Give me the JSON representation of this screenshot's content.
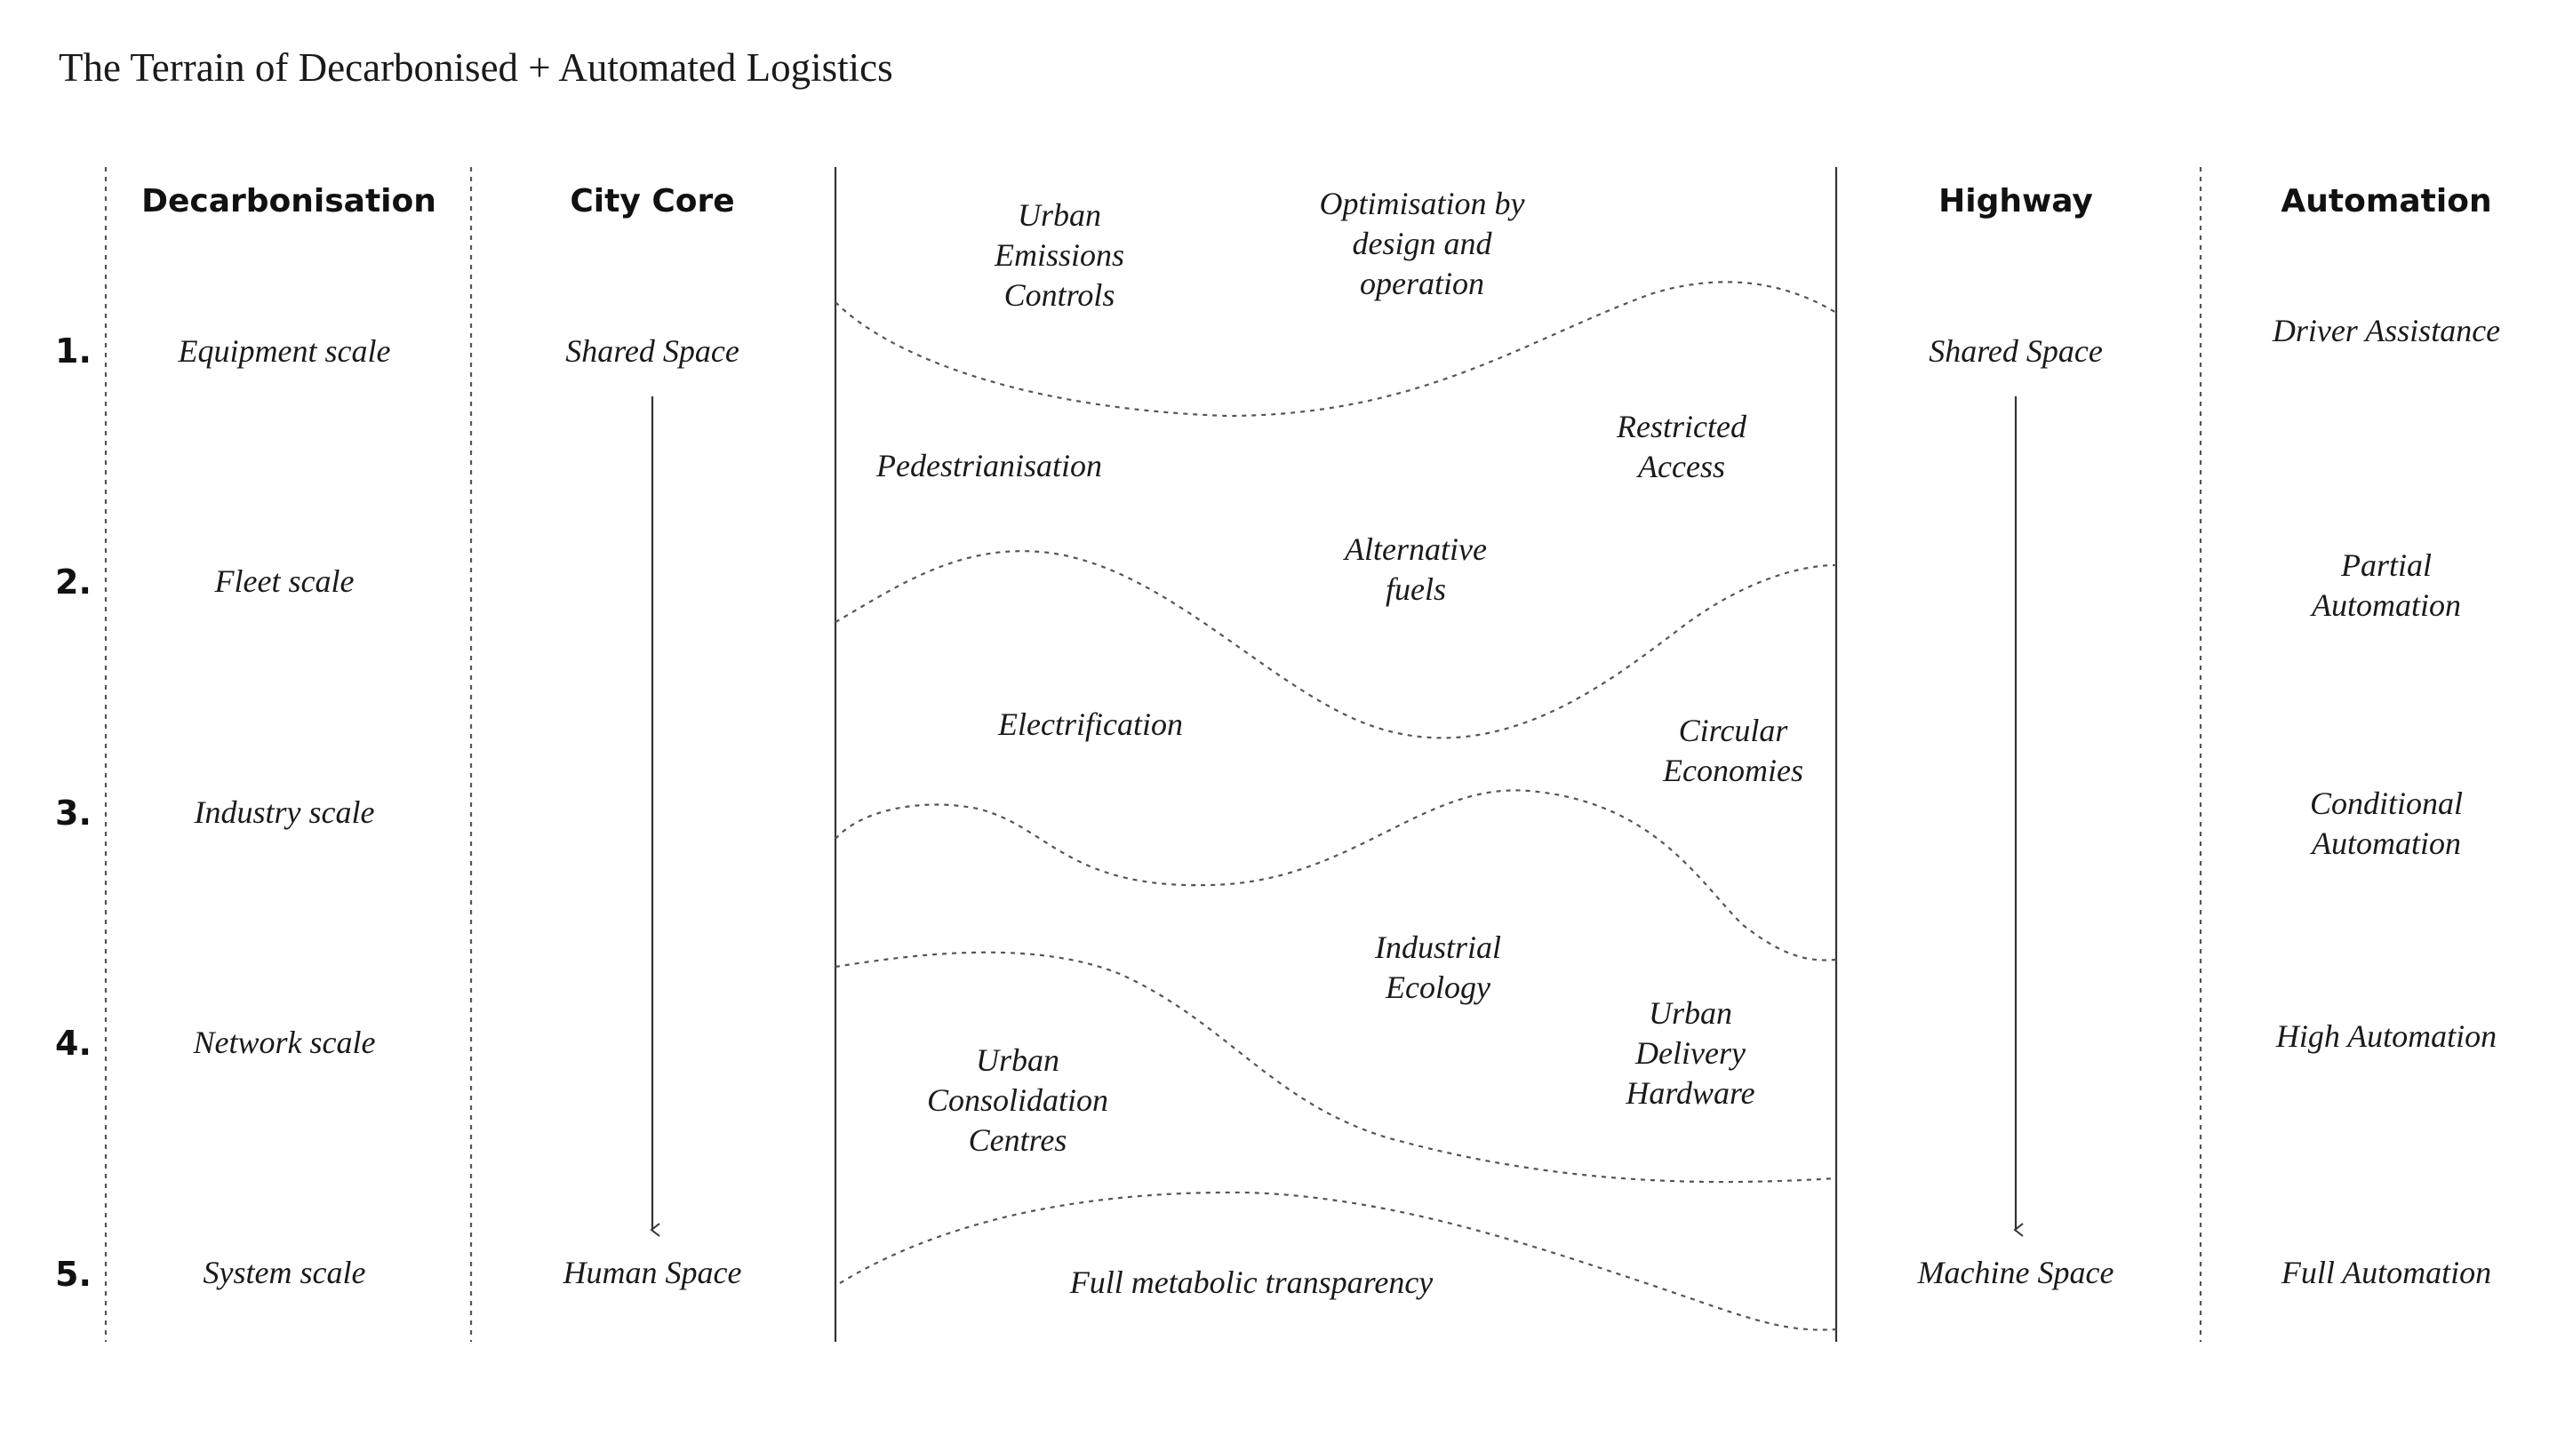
{
  "title": "The Terrain of Decarbonised + Automated Logistics",
  "headers": {
    "decarbonisation": "Decarbonisation",
    "city_core": "City Core",
    "highway": "Highway",
    "automation": "Automation"
  },
  "rows": [
    {
      "number": "1.",
      "decarbonisation": "Equipment scale",
      "automation": "Driver Assistance"
    },
    {
      "number": "2.",
      "decarbonisation": "Fleet scale",
      "automation": "Partial\nAutomation"
    },
    {
      "number": "3.",
      "decarbonisation": "Industry scale",
      "automation": "Conditional\nAutomation"
    },
    {
      "number": "4.",
      "decarbonisation": "Network scale",
      "automation": "High Automation"
    },
    {
      "number": "5.",
      "decarbonisation": "System scale",
      "automation": "Full Automation"
    }
  ],
  "city_core": {
    "top": "Shared Space",
    "bottom": "Human Space"
  },
  "highway": {
    "top": "Shared Space",
    "bottom": "Machine Space"
  },
  "terrain_labels": {
    "urban_emissions_controls": "Urban\nEmissions\nControls",
    "optimisation": "Optimisation by\ndesign and\noperation",
    "pedestrianisation": "Pedestrianisation",
    "restricted_access": "Restricted\nAccess",
    "alternative_fuels": "Alternative\nfuels",
    "electrification": "Electrification",
    "circular_economies": "Circular\nEconomies",
    "industrial_ecology": "Industrial\nEcology",
    "urban_delivery_hardware": "Urban\nDelivery\nHardware",
    "urban_consolidation_centres": "Urban\nConsolidation\nCentres",
    "full_metabolic_transparency": "Full metabolic transparency"
  }
}
